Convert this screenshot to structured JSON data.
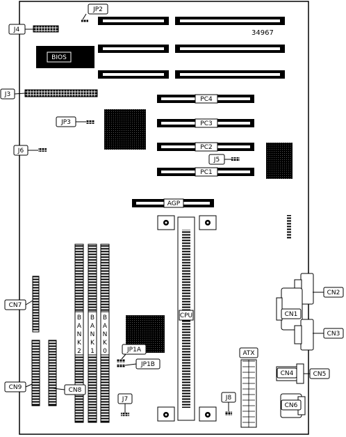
{
  "figure_number": "34967",
  "bios_label": "BIOS",
  "pci_slots": [
    "PC4",
    "PC3",
    "PC2",
    "PC1"
  ],
  "agp_label": "AGP",
  "cpu_label": "CPU",
  "atx_label": "ATX",
  "bank_labels": {
    "bank2": [
      "B",
      "A",
      "N",
      "K",
      "2"
    ],
    "bank1": [
      "B",
      "A",
      "N",
      "K",
      "1"
    ],
    "bank0": [
      "B",
      "A",
      "N",
      "K",
      "0"
    ]
  },
  "callouts": {
    "jp2": "JP2",
    "j4": "J4",
    "j3": "J3",
    "jp3": "JP3",
    "j6": "J6",
    "j5": "J5",
    "cn7": "CN7",
    "cn9": "CN9",
    "cn8": "CN8",
    "jp1a": "JP1A",
    "jp1b": "JP1B",
    "j7": "J7",
    "j8": "J8",
    "cn2": "CN2",
    "cn1": "CN1",
    "cn3": "CN3",
    "cn4": "CN4",
    "cn5": "CN5",
    "cn6": "CN6"
  },
  "colors": {
    "ink": "#000000",
    "paper": "#ffffff"
  }
}
